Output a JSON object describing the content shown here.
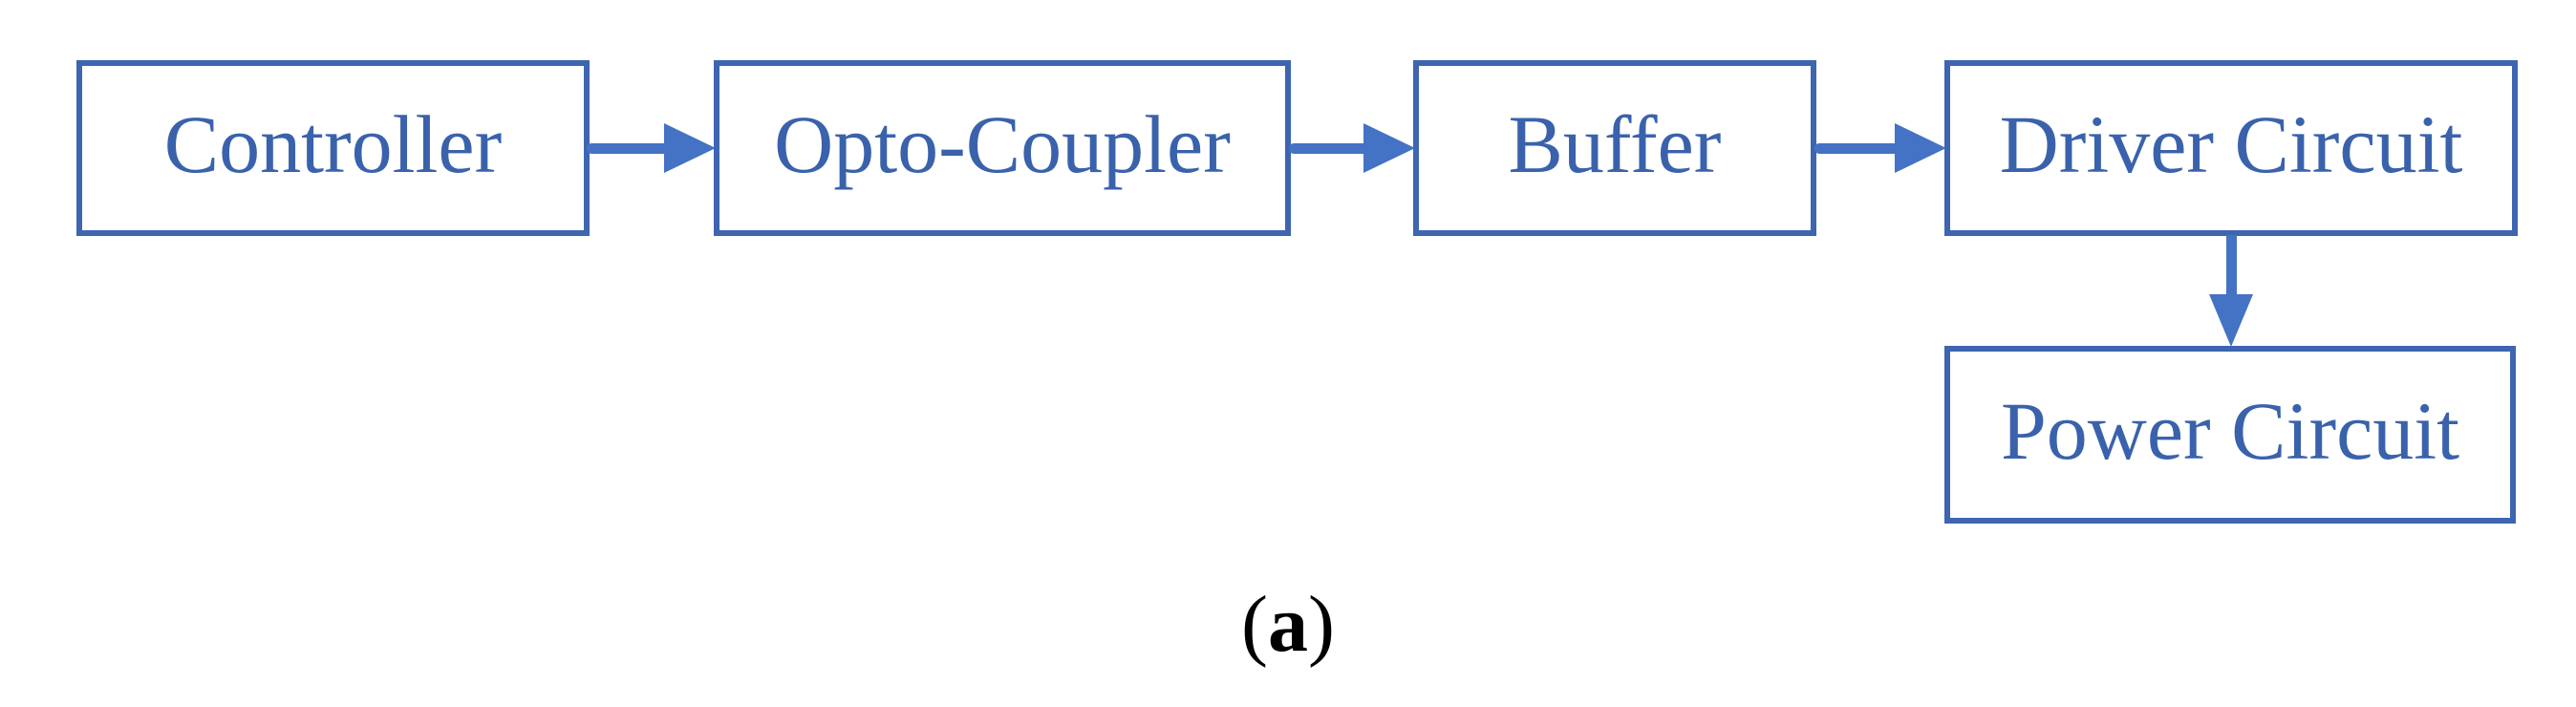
{
  "figure": {
    "caption": {
      "open_paren": "(",
      "letter": "a",
      "close_paren": ")"
    },
    "colors": {
      "box_border": "#3d65b0",
      "node_text": "#3a62ac",
      "arrow": "#4472c4",
      "caption_text": "#000000",
      "background": "#ffffff"
    }
  },
  "diagram": {
    "type": "flowchart",
    "nodes": [
      {
        "id": "controller",
        "label": "Controller"
      },
      {
        "id": "opto-coupler",
        "label": "Opto-Coupler"
      },
      {
        "id": "buffer",
        "label": "Buffer"
      },
      {
        "id": "driver-circuit",
        "label": "Driver Circuit"
      },
      {
        "id": "power-circuit",
        "label": "Power Circuit"
      }
    ],
    "edges": [
      {
        "from": "controller",
        "to": "opto-coupler",
        "direction": "right"
      },
      {
        "from": "opto-coupler",
        "to": "buffer",
        "direction": "right"
      },
      {
        "from": "buffer",
        "to": "driver-circuit",
        "direction": "right"
      },
      {
        "from": "driver-circuit",
        "to": "power-circuit",
        "direction": "down"
      }
    ]
  }
}
